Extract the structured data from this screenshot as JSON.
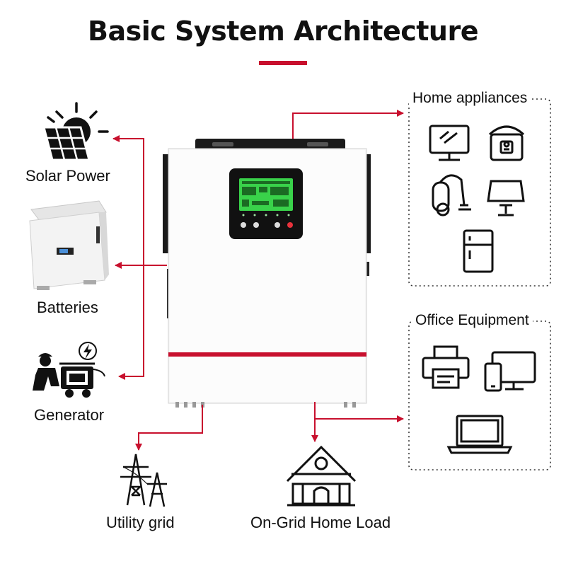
{
  "title": "Basic System Architecture",
  "colors": {
    "accent": "#c8102e",
    "lcd": "#39d24a"
  },
  "sources": {
    "solar": {
      "label": "Solar Power",
      "icon": "solar-panel-sun-icon"
    },
    "batteries": {
      "label": "Batteries",
      "icon": "battery-unit-icon"
    },
    "generator": {
      "label": "Generator",
      "icon": "generator-worker-icon"
    }
  },
  "outputs": {
    "grid": {
      "label": "Utility grid",
      "icon": "power-tower-icon"
    },
    "home_load": {
      "label": "On-Grid Home Load",
      "icon": "house-icon"
    }
  },
  "groups": {
    "home_appliances": {
      "label": "Home appliances",
      "icons": [
        "monitor-icon",
        "rice-cooker-icon",
        "vacuum-cleaner-icon",
        "lamp-icon",
        "refrigerator-icon"
      ]
    },
    "office_equipment": {
      "label": "Office Equipment",
      "icons": [
        "printer-icon",
        "phone-monitor-icon",
        "laptop-icon"
      ]
    }
  },
  "device": {
    "name": "inverter"
  }
}
